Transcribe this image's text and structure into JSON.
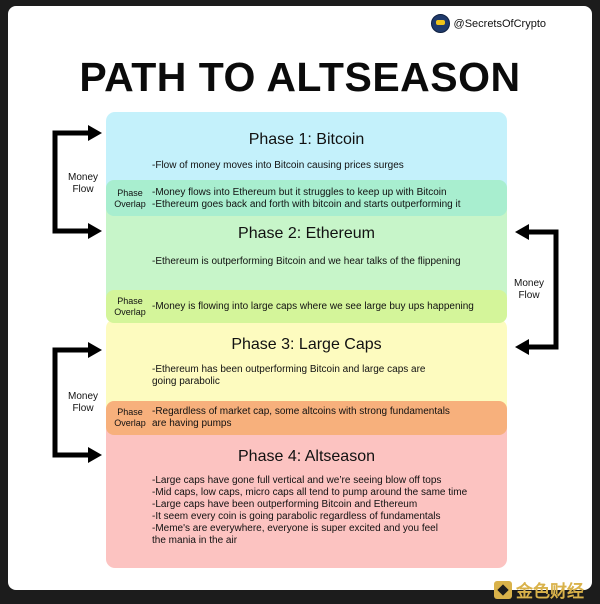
{
  "handle": "@SecretsOfCrypto",
  "title": "PATH TO ALTSEASON",
  "colors": {
    "phase1": "#c4f1fb",
    "overlap1": "#a8eecf",
    "phase2": "#c7f5c9",
    "overlap2": "#d4f59a",
    "phase3": "#fdfbbf",
    "overlap3": "#f7b07c",
    "phase4": "#fcc3c1"
  },
  "phases": [
    {
      "title": "Phase 1: Bitcoin",
      "text": "-Flow of money moves into Bitcoin causing prices surges"
    },
    {
      "title": "Phase 2: Ethereum",
      "text": "-Ethereum is outperforming Bitcoin and we hear talks of the flippening"
    },
    {
      "title": "Phase 3: Large Caps",
      "lines": [
        "-Ethereum has been outperforming Bitcoin and large caps are",
        "going parabolic"
      ]
    },
    {
      "title": "Phase 4: Altseason",
      "lines": [
        "-Large caps have gone full vertical and we’re seeing blow off tops",
        "-Mid caps, low caps, micro caps all tend to pump around the same time",
        "-Large caps have been outperforming Bitcoin and Ethereum",
        "-It seem every coin is going parabolic regardless of fundamentals",
        "-Meme's are everywhere, everyone is super excited and you feel",
        "the mania in the air"
      ]
    }
  ],
  "overlaps": [
    {
      "label_1": "Phase",
      "label_2": "Overlap",
      "lines": [
        "-Money flows into Ethereum but it struggles to keep up with Bitcoin",
        "-Ethereum goes back and forth with bitcoin and starts outperforming it"
      ]
    },
    {
      "label_1": "Phase",
      "label_2": "Overlap",
      "lines": [
        "-Money is flowing into large caps where we see large buy ups happening"
      ]
    },
    {
      "label_1": "Phase",
      "label_2": "Overlap",
      "lines": [
        "-Regardless of market cap, some altcoins with strong fundamentals",
        "are having pumps"
      ]
    }
  ],
  "money_flow": [
    {
      "line_1": "Money",
      "line_2": "Flow"
    },
    {
      "line_1": "Money",
      "line_2": "Flow"
    },
    {
      "line_1": "Money",
      "line_2": "Flow"
    }
  ],
  "watermark": "金色财经"
}
